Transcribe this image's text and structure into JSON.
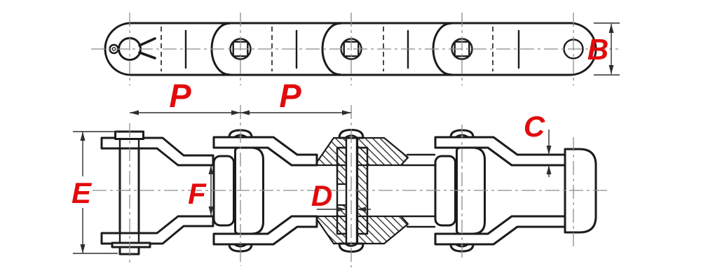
{
  "drawing": {
    "views": {
      "plan": "chain plan view",
      "side": "chain side elevation with section"
    }
  },
  "labels": {
    "p1": "P",
    "p2": "P",
    "b": "B",
    "c": "C",
    "d": "D",
    "e": "E",
    "f": "F"
  },
  "colors": {
    "line": "#1b1b1b",
    "dim": "#2e2e2e",
    "center": "#8c8c8c",
    "label": "#e20b0b",
    "background": "#ffffff"
  }
}
